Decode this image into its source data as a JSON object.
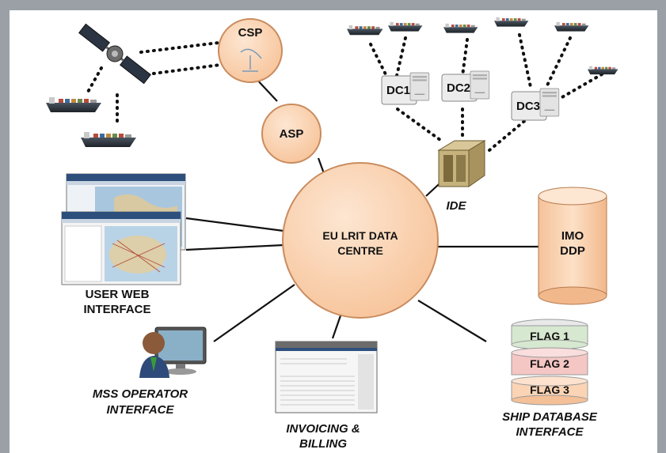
{
  "nodes": {
    "csp": "CSP",
    "asp": "ASP",
    "centre_line1": "EU LRIT DATA",
    "centre_line2": "CENTRE",
    "dc1": "DC1",
    "dc2": "DC2",
    "dc3": "DC3",
    "ide": "IDE",
    "imo_line1": "IMO",
    "imo_line2": "DDP"
  },
  "flags": [
    "FLAG 1",
    "FLAG 2",
    "FLAG 3"
  ],
  "labels": {
    "user_web_line1": "USER WEB",
    "user_web_line2": "INTERFACE",
    "mss_line1": "MSS OPERATOR",
    "mss_line2": "INTERFACE",
    "invoicing_line1": "INVOICING &",
    "invoicing_line2": "BILLING",
    "ship_db_line1": "SHIP DATABASE",
    "ship_db_line2": "INTERFACE"
  },
  "colors": {
    "circle_fill": "#fcd3b0",
    "circle_stroke": "#c98c5f",
    "flag1": "#d7e8d0",
    "flag2": "#f4c6c4",
    "flag3": "#fbd4b5",
    "background": "#9aa0a6"
  }
}
